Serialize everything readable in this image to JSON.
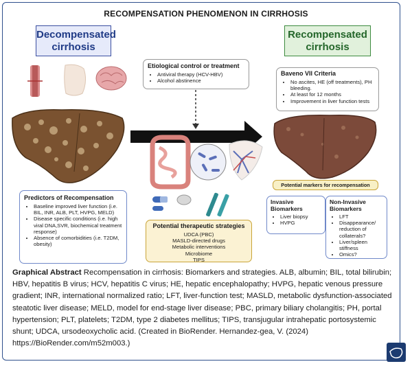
{
  "title": "RECOMPENSATION PHENOMENON IN CIRRHOSIS",
  "decompensated": {
    "line1": "Decompensated",
    "line2": "cirrhosis"
  },
  "recompensated": {
    "line1": "Recompensated",
    "line2": "cirrhosis"
  },
  "etiological": {
    "heading": "Etiological control or treatment",
    "items": [
      "Antiviral therapy (HCV-HBV)",
      "Alcohol abstinence"
    ]
  },
  "baveno": {
    "heading": "Baveno VII Criteria",
    "items": [
      "No ascites, HE  (off treatments), PH bleeding.",
      "At least for 12 months",
      "Improvement in liver function tests"
    ]
  },
  "predictors": {
    "heading": "Predictors of Recompensation",
    "items": [
      "Baseline improved liver function (i.e. BIL, INR, ALB, PLT, HVPG, MELD)",
      "Disease specific conditions (i.e. high viral DNA,SVR, biochemical treatment response)",
      "Absence of comorbidities (i.e. T2DM, obesity)"
    ]
  },
  "therapeutic": {
    "heading": "Potential therapeutic strategies",
    "items": [
      "UDCA (PBC)",
      "MASLD-directed drugs",
      "Metabolic interventions",
      "Microbiome",
      "TIPS"
    ]
  },
  "potential_markers": "Potential markers for recompensation",
  "invasive": {
    "heading": "Invasive Biomarkers",
    "items": [
      "Liver biopsy",
      "HVPG"
    ]
  },
  "noninvasive": {
    "heading": "Non-Invasive Biomarkers",
    "items": [
      "LFT",
      "Disappearance/ reduction of collaterals?",
      "Liver/spleen stiffness",
      "Omics?"
    ]
  },
  "caption": {
    "label": "Graphical Abstract",
    "text": " Recompensation in cirrhosis: Biomarkers and strategies. ALB, albumin; BIL, total bilirubin; HBV, hepatitis B virus; HCV, hepatitis C virus; HE, hepatic encephalopathy; HVPG, hepatic venous pressure gradient; INR, international normalized ratio; LFT, liver-function test; MASLD, metabolic dysfunction-associated steatotic liver disease; MELD, model for end-stage liver disease; PBC, primary biliary cholangitis; PH, portal hypertension; PLT, platelets; T2DM, type 2 diabetes mellitus; TIPS, transjugular intrahepatic portosystemic shunt; UDCA, ursodeoxycholic acid. (Created in BioRender. Hernandez-gea, V. (2024) https://BioRender.com/m52m003.)"
  },
  "icons": [
    "blood-vessel-icon",
    "ascites-abdomen-icon",
    "brain-icon",
    "diseased-liver-icon",
    "healthy-liver-icon",
    "intestine-icon",
    "microbiome-icon",
    "liver-vasculature-icon",
    "pills-icon",
    "injection-pen-icon",
    "liver-logo-icon"
  ],
  "colors": {
    "frame": "#2d4f8c",
    "decomp_fill": "#e6eafa",
    "recomp_fill": "#e1f1dc",
    "therapy_fill": "#fbf2d3",
    "arrow": "#111111"
  }
}
